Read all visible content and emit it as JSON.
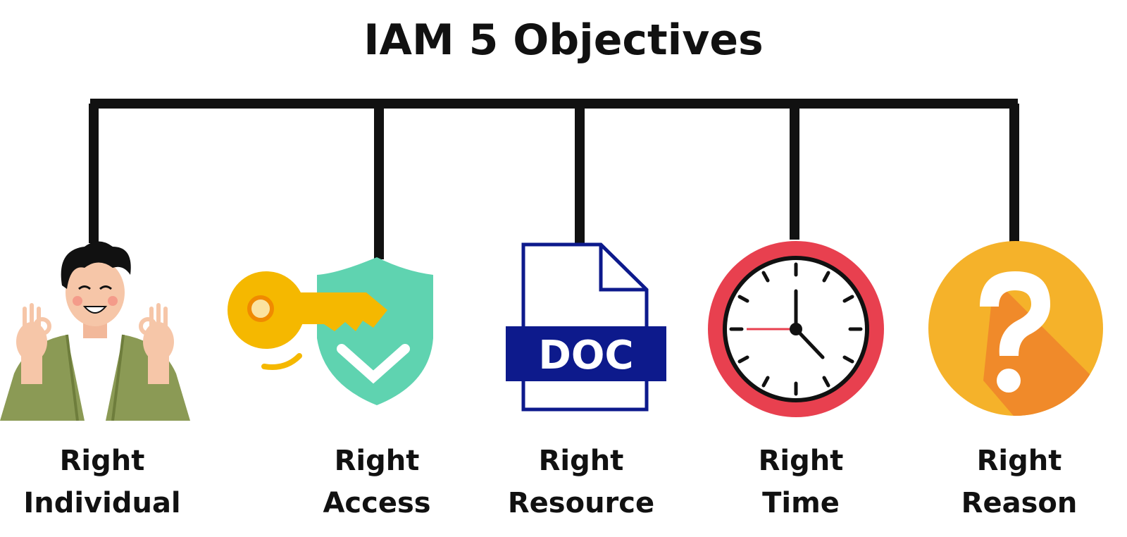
{
  "title": "IAM 5 Objectives",
  "objectives": [
    {
      "line1": "Right",
      "line2": "Individual",
      "icon": "person-ok-gesture-icon"
    },
    {
      "line1": "Right",
      "line2": "Access",
      "icon": "key-shield-icon"
    },
    {
      "line1": "Right",
      "line2": "Resource",
      "icon": "document-icon",
      "badge": "DOC"
    },
    {
      "line1": "Right",
      "line2": "Time",
      "icon": "clock-icon"
    },
    {
      "line1": "Right",
      "line2": "Reason",
      "icon": "question-mark-icon"
    }
  ],
  "colors": {
    "connector": "#111111",
    "key": "#f5b800",
    "shield": "#5fd3b0",
    "doc_blue": "#0d1a8c",
    "clock_rim": "#e8404f",
    "question_bg": "#f5b22a",
    "question_shadow": "#f08a2a",
    "jacket": "#8b9a55"
  }
}
